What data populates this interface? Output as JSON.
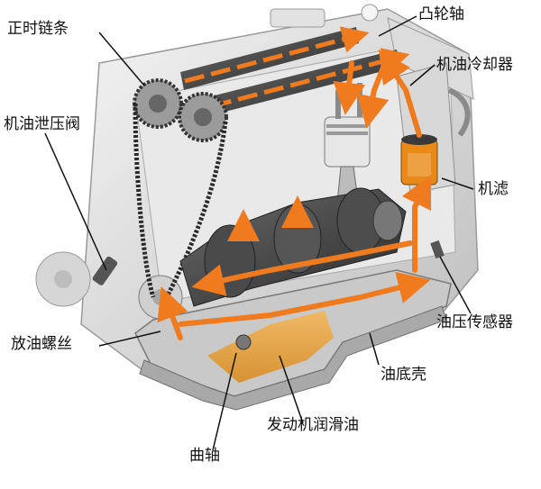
{
  "labels": {
    "timing_chain": "正时链条",
    "camshaft": "凸轮轴",
    "oil_cooler": "机油冷却器",
    "relief_valve": "机油泄压阀",
    "oil_filter": "机滤",
    "pressure_sensor": "油压传感器",
    "drain_plug": "放油螺丝",
    "oil_pan": "油底壳",
    "engine_oil": "发动机润滑油",
    "crankshaft": "曲轴"
  },
  "colors": {
    "oil_flow": "#f07a1e",
    "oil_fill": "#e8a33a",
    "engine_metal": "#cfcfcf",
    "engine_dark": "#3a3a3a",
    "filter_orange": "#e88a1a",
    "leader_line": "#111111"
  }
}
